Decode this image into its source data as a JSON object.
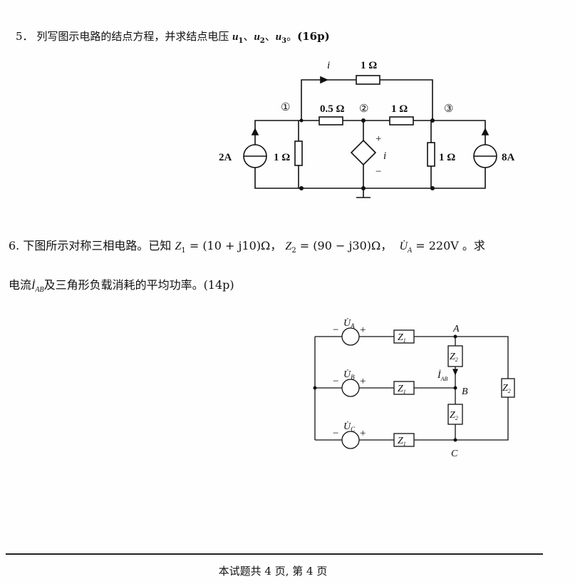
{
  "q5": {
    "number": "5．",
    "text": "列写图示电路的结点方程，并求结点电压",
    "u1": "u",
    "u1_sub": "1",
    "sep1": "、",
    "u2": "u",
    "u2_sub": "2",
    "sep2": "、",
    "u3": "u",
    "u3_sub": "3",
    "end": "。",
    "points": "(16p)",
    "circuit": {
      "current_label": "i",
      "r_top": "1 Ω",
      "node1": "①",
      "node2": "②",
      "node3": "③",
      "r_12": "0.5 Ω",
      "r_23": "1 Ω",
      "src_left": "2A",
      "r_left": "1 Ω",
      "dep_plus": "+",
      "dep_label": "i",
      "dep_minus": "−",
      "r_right": "1 Ω",
      "src_right": "8A"
    }
  },
  "q6": {
    "line1_a": "6.  下图所示对称三相电路。已知",
    "z1": "Z",
    "z1_sub": "1",
    "z1_val": " = (10 + j10)Ω，",
    "z2": "Z",
    "z2_sub": "2",
    "z2_val": " = (90 − j30)Ω，",
    "ua": "U̇",
    "ua_sub": "A",
    "ua_val": " = 220V 。求",
    "line2_a": "电流",
    "iab": "İ",
    "iab_sub": "AB",
    "line2_b": "及三角形负载消耗的平均功率。(14p)",
    "circuit": {
      "ua": "U̇",
      "ua_sub": "A",
      "ub": "U̇",
      "ub_sub": "B",
      "uc": "U̇",
      "uc_sub": "C",
      "minus": "−",
      "plus": "+",
      "z1": "Z",
      "z1_sub": "1",
      "z2": "Z",
      "z2_sub": "2",
      "node_a": "A",
      "node_b": "B",
      "node_c": "C",
      "iab": "İ",
      "iab_sub": "AB"
    }
  },
  "footer": {
    "text": "本试题共 4 页, 第 4 页"
  }
}
